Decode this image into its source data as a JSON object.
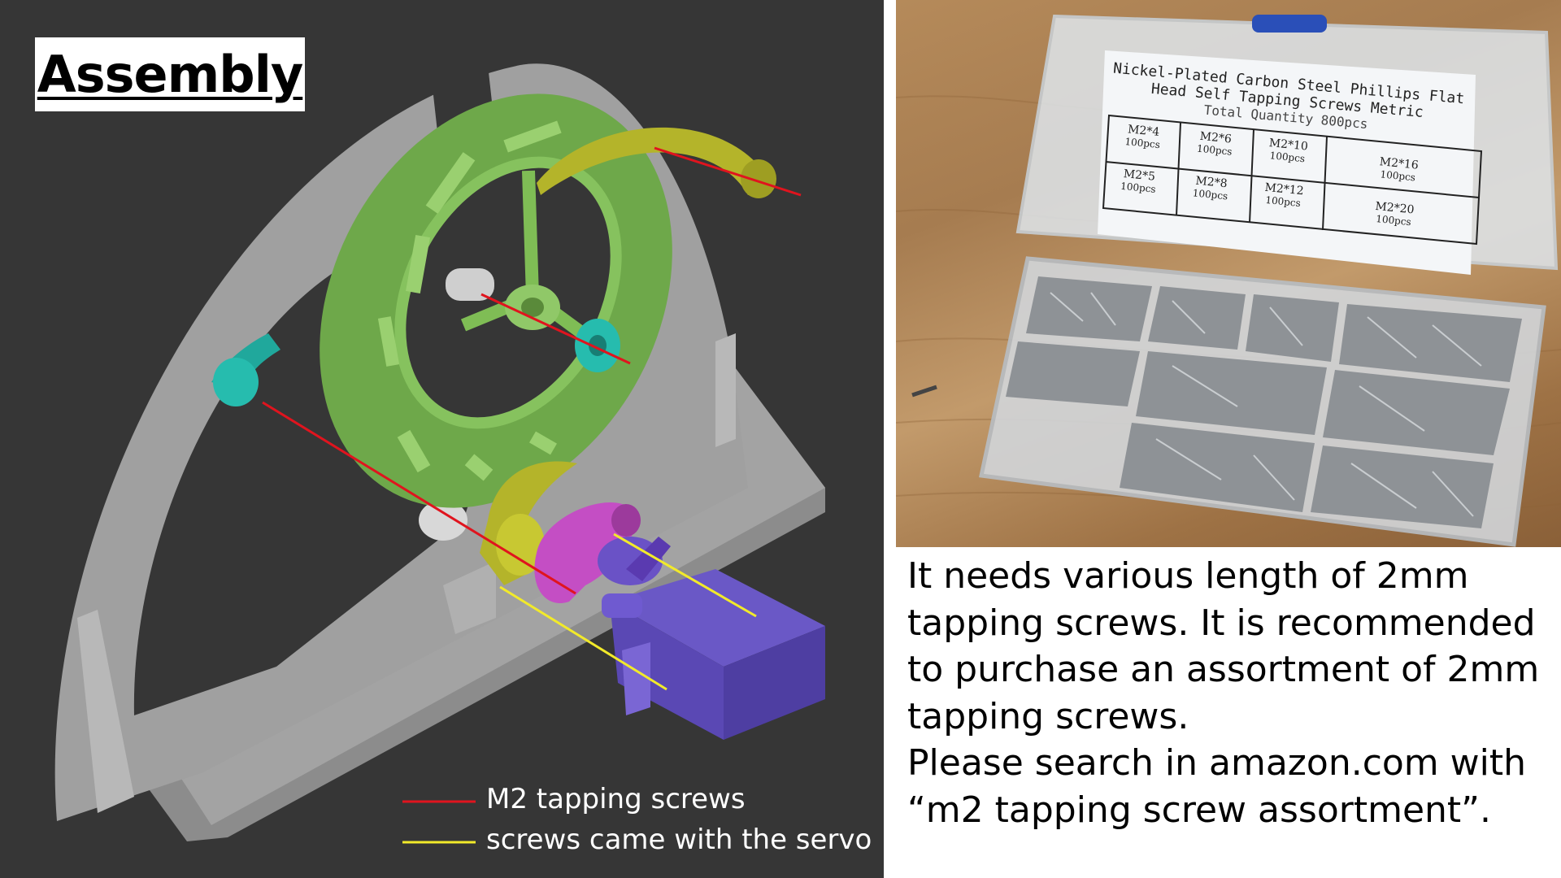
{
  "slide": {
    "title": "Assembly",
    "legend": [
      {
        "label": "M2 tapping screws",
        "color": "#e0141e"
      },
      {
        "label": "screws came with the servo",
        "color": "#f2ea2a"
      }
    ],
    "caption_para1": "It needs various length of 2mm tapping screws. It is recommended to purchase an assortment of 2mm tapping screws.",
    "caption_para2": "Please search in amazon.com with “m2 tapping screw assortment”."
  },
  "screw_box_label": {
    "line1": "Nickel-Plated Carbon Steel Phillips Flat",
    "line2": "Head Self Tapping Screws Metric",
    "line3": "Total Quantity  800pcs",
    "cells": [
      {
        "size": "M2*4",
        "qty": "100pcs"
      },
      {
        "size": "M2*6",
        "qty": "100pcs"
      },
      {
        "size": "M2*10",
        "qty": "100pcs"
      },
      {
        "size": "M2*16",
        "qty": "100pcs"
      },
      {
        "size": "M2*5",
        "qty": "100pcs"
      },
      {
        "size": "M2*8",
        "qty": "100pcs"
      },
      {
        "size": "M2*12",
        "qty": "100pcs"
      },
      {
        "size": "M2*20",
        "qty": "100pcs"
      }
    ]
  },
  "colors": {
    "background": "#363636",
    "stand_gray": "#9a9a9a",
    "ring_green": "#6ea84a",
    "arm_yellow": "#b4b42a",
    "arm_cyan": "#20a89c",
    "servo_horn_pink": "#c44ec4",
    "servo_purple": "#5e4ab4"
  }
}
